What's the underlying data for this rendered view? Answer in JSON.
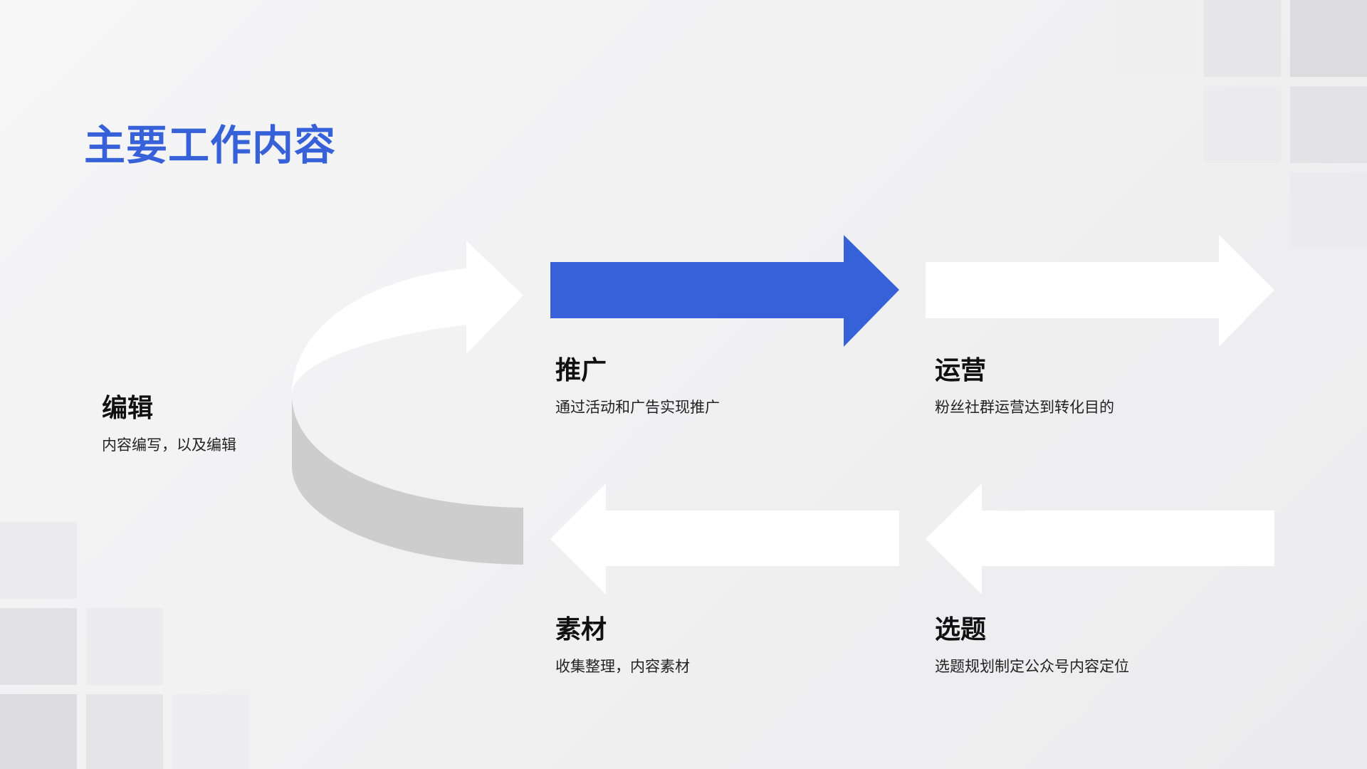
{
  "colors": {
    "accent": "#3761d8",
    "arrow": "#ffffff",
    "shadow": "#cdcdcd",
    "text": "#111111"
  },
  "page": {
    "title": "主要工作内容"
  },
  "steps": {
    "edit": {
      "title": "编辑",
      "desc": "内容编写，以及编辑"
    },
    "promote": {
      "title": "推广",
      "desc": "通过活动和广告实现推广"
    },
    "operate": {
      "title": "运营",
      "desc": "粉丝社群运营达到转化目的"
    },
    "material": {
      "title": "素材",
      "desc": "收集整理，内容素材"
    },
    "topic": {
      "title": "选题",
      "desc": "选题规划制定公众号内容定位"
    }
  }
}
